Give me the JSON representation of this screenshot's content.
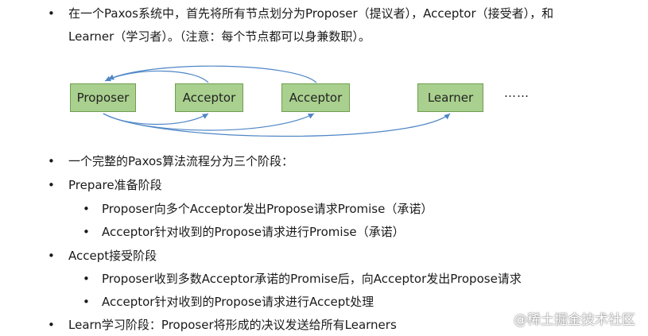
{
  "bullet_char": "•",
  "intro": {
    "line1": "在一个Paxos系统中，首先将所有节点划分为Proposer（提议者），Acceptor（接受者），和",
    "line2": "Learner（学习者）。（注意：每个节点都可以身兼数职）。"
  },
  "diagram": {
    "nodes": [
      "Proposer",
      "Acceptor",
      "Acceptor",
      "Learner"
    ],
    "ellipsis": "……"
  },
  "sections": {
    "flow": "一个完整的Paxos算法流程分为三个阶段：",
    "prepare": {
      "title": "Prepare准备阶段",
      "items": [
        "Proposer向多个Acceptor发出Propose请求Promise（承诺）",
        "Acceptor针对收到的Propose请求进行Promise（承诺）"
      ]
    },
    "accept": {
      "title": "Accept接受阶段",
      "items": [
        "Proposer收到多数Acceptor承诺的Promise后，向Acceptor发出Propose请求",
        "Acceptor针对收到的Propose请求进行Accept处理"
      ]
    },
    "learn": "Learn学习阶段：Proposer将形成的决议发送给所有Learners"
  },
  "watermark": "@稀土掘金技术社区",
  "colors": {
    "node_fill": "#a9d08e",
    "node_border": "#6f9f4f",
    "arrow": "#4f86c6"
  }
}
